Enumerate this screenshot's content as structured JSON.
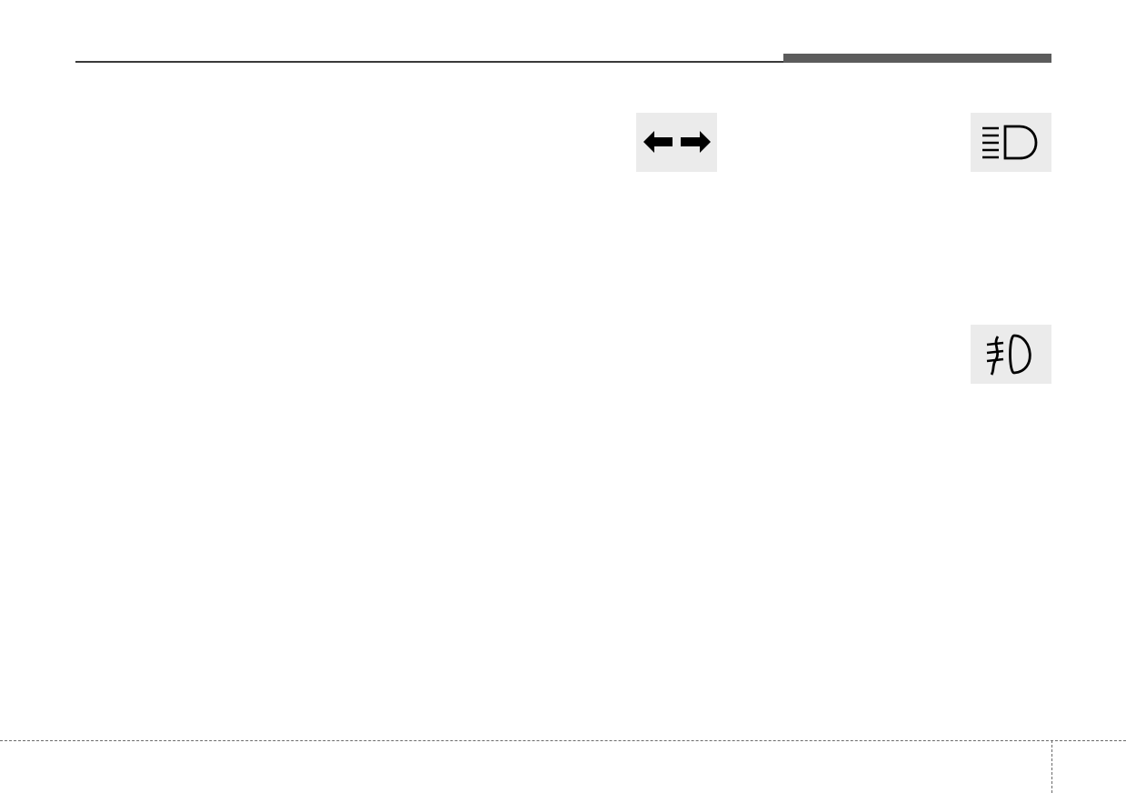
{
  "header": {
    "rule_color": "#3a3a3a",
    "tab_color": "#5c5c5c"
  },
  "indicators": [
    {
      "name": "turn-signal",
      "icon": "turn-signal-arrows-icon",
      "background": "#ebebeb"
    },
    {
      "name": "high-beam",
      "icon": "high-beam-headlight-icon",
      "background": "#ebebeb"
    },
    {
      "name": "front-fog-light",
      "icon": "front-fog-light-icon",
      "background": "#ebebeb"
    }
  ],
  "footer": {
    "rule_style": "dashed",
    "rule_color": "#6a6a6a"
  }
}
